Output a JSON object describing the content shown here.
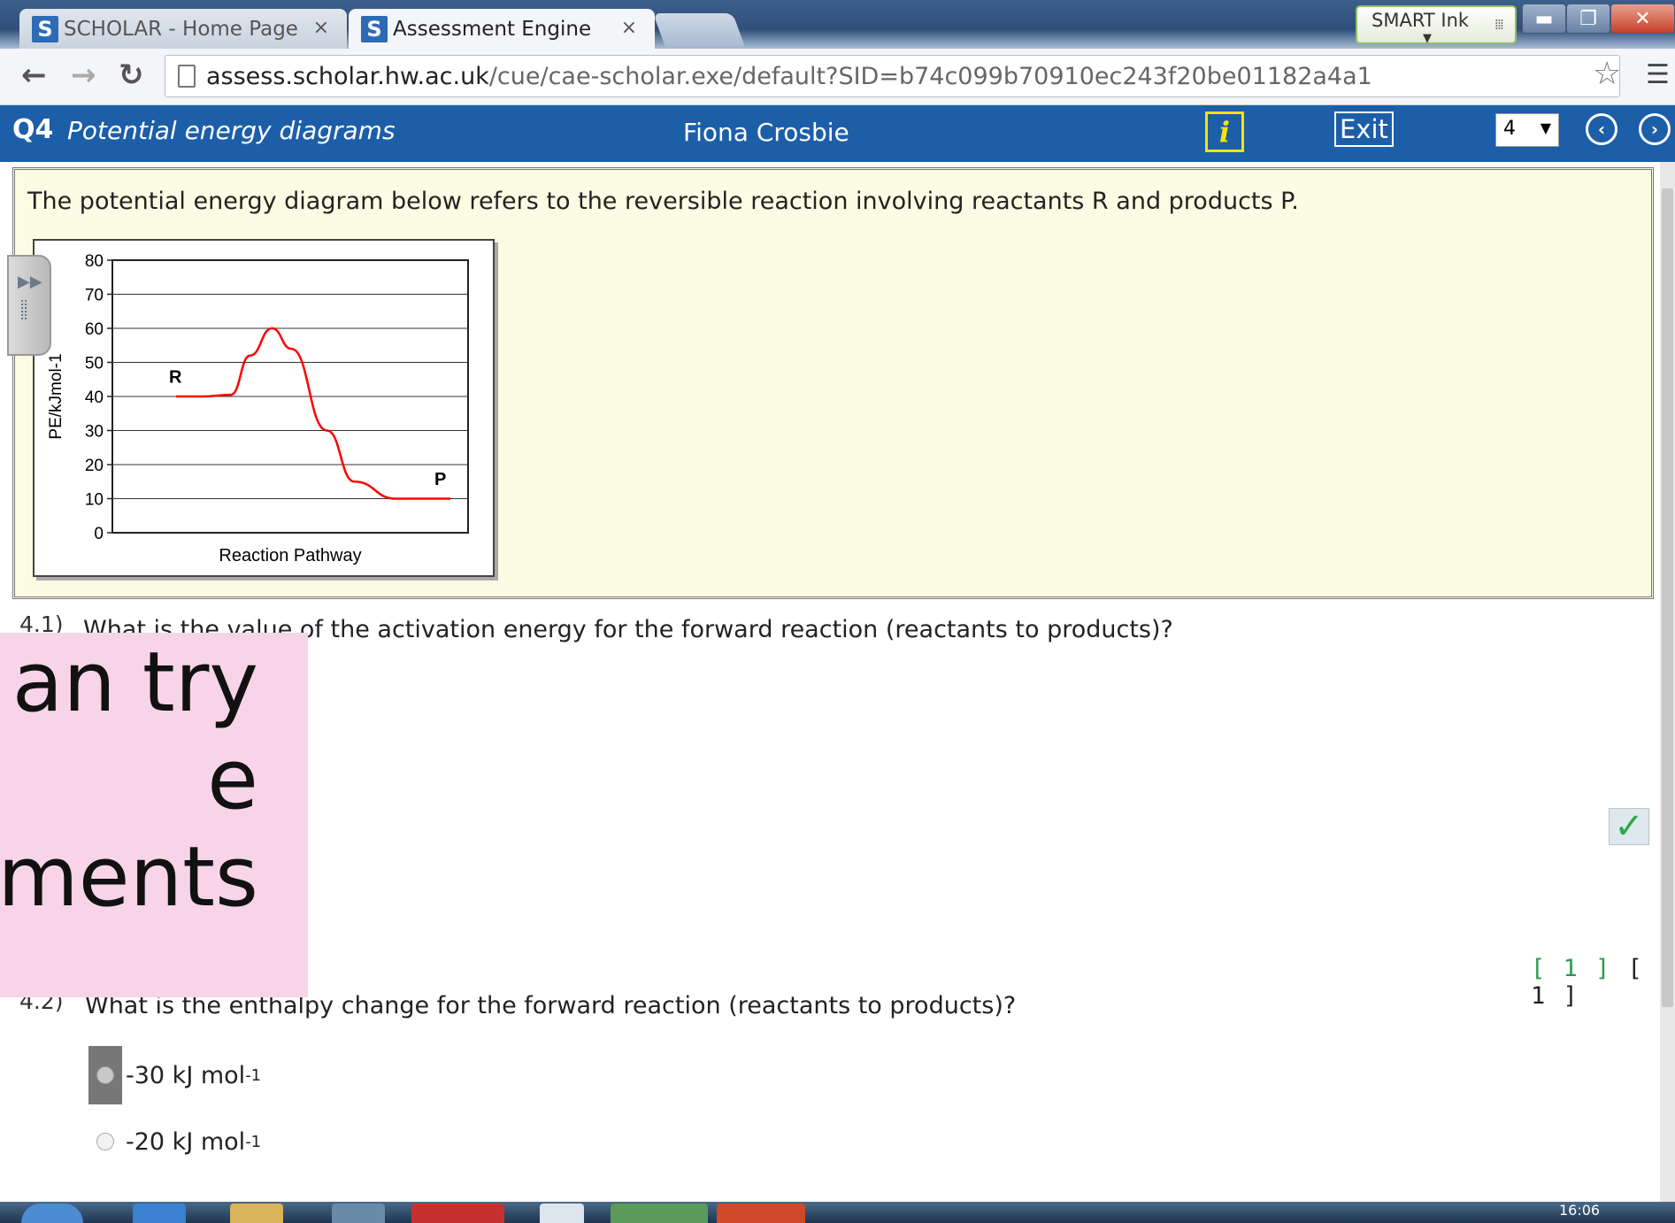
{
  "browser": {
    "tabs": [
      {
        "label": "SCHOLAR - Home Page",
        "icon": "S"
      },
      {
        "label": "Assessment Engine",
        "icon": "S"
      }
    ],
    "tab_close_glyph": "×",
    "smart_ink": "SMART Ink",
    "url_host": "assess.scholar.hw.ac.uk",
    "url_path": "/cue/cae-scholar.exe/default?SID=b74c099b70910ec243f20be01182a4a1"
  },
  "header": {
    "question_number": "Q4",
    "title": "Potential energy diagrams",
    "student": "Fiona Crosbie",
    "info_label": "i",
    "exit_label": "Exit",
    "selected_question": "4"
  },
  "stimulus": {
    "text": "The potential energy diagram below refers to the reversible reaction involving reactants R and products P."
  },
  "chart_data": {
    "type": "line",
    "xlabel": "Reaction Pathway",
    "ylabel": "PE/kJmol-1",
    "ylim": [
      0,
      80
    ],
    "yticks": [
      "0",
      "10",
      "20",
      "30",
      "40",
      "50",
      "60",
      "70",
      "80"
    ],
    "grid": true,
    "series_color": "#ff0000",
    "curve": [
      {
        "x": 0.0,
        "y": 40
      },
      {
        "x": 0.1,
        "y": 40
      },
      {
        "x": 0.2,
        "y": 40.5
      },
      {
        "x": 0.27,
        "y": 52
      },
      {
        "x": 0.35,
        "y": 60
      },
      {
        "x": 0.42,
        "y": 54
      },
      {
        "x": 0.55,
        "y": 30
      },
      {
        "x": 0.65,
        "y": 15
      },
      {
        "x": 0.8,
        "y": 10
      },
      {
        "x": 1.0,
        "y": 10
      }
    ],
    "annotations": [
      {
        "text": "R",
        "x": 0.0,
        "y": 44
      },
      {
        "text": "P",
        "x": 1.0,
        "y": 14
      }
    ]
  },
  "questions": [
    {
      "number": "4.1)",
      "text": "What is the value of the activation energy for the forward reaction (reactants to products)?"
    },
    {
      "number": "4.2)",
      "text": "What is the enthalpy change for the forward reaction (reactants to products)?",
      "options": [
        {
          "value": "-30 kJ mol",
          "sup": "-1",
          "selected": true
        },
        {
          "value": "-20 kJ mol",
          "sup": "-1",
          "selected": false
        }
      ]
    }
  ],
  "score": {
    "gained": "[ 1 ]",
    "total": "[ 1 ]"
  },
  "check_glyph": "✓",
  "overlay": {
    "lines": [
      "an try",
      "e",
      "sments"
    ]
  },
  "taskbar": {
    "clock": "16:06"
  }
}
